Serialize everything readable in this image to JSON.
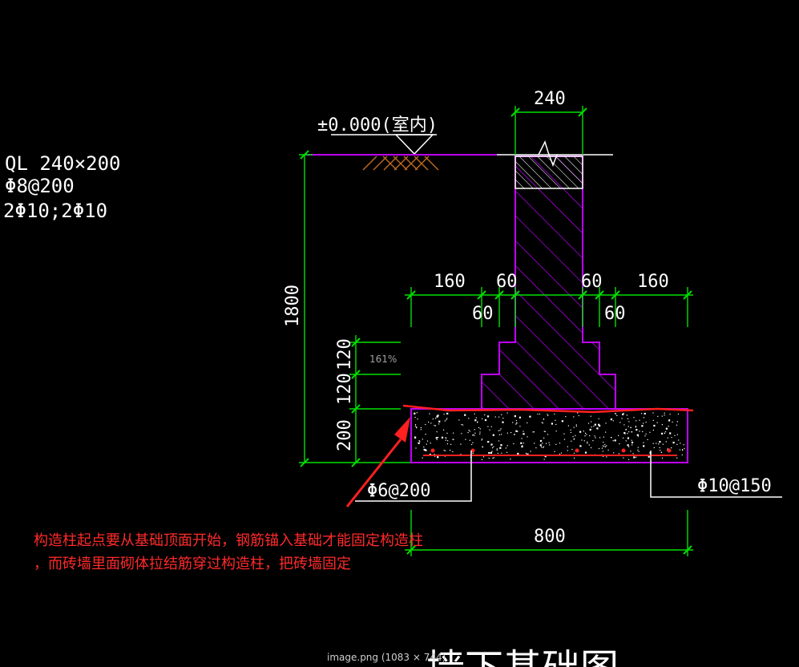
{
  "window": {
    "file_caption": "image.png (1083 × 744)"
  },
  "zoom": {
    "label": "161%"
  },
  "legend": {
    "line1": "QL 240×200",
    "line2": "Φ8@200",
    "line3": "2Φ10;2Φ10"
  },
  "drawing": {
    "level_label": "±0.000(室内)",
    "dims": {
      "wall_width": "240",
      "height_total": "1800",
      "step_left": "160",
      "offset_left_top": "60",
      "offset_left_bottom": "60",
      "offset_right_top": "60",
      "offset_right_bottom": "60",
      "step_right": "160",
      "step_h1": "120",
      "step_h2": "120",
      "base_h": "200",
      "base_width": "800"
    },
    "rebar_left": "Φ6@200",
    "rebar_right": "Φ10@150",
    "title_partial": "墙下基础图"
  },
  "annotation": {
    "line1": "构造柱起点要从基础顶面开始，钢筋锚入基础才能固定构造柱",
    "line2": "，而砖墙里面砌体拉结筋穿过构造柱，把砖墙固定"
  },
  "colors": {
    "background": "#000000",
    "dimension": "#00e000",
    "wall": "#c000ff",
    "ground_hatch": "#c06a20",
    "markup": "#ff2020",
    "text": "#ffffff"
  }
}
